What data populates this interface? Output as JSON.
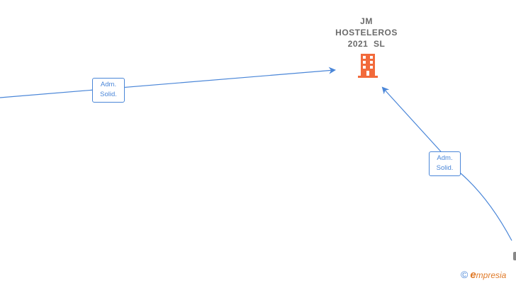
{
  "company": {
    "name_lines": [
      "JM",
      "HOSTELEROS",
      "2021  SL"
    ],
    "icon": "building-icon",
    "icon_color": "#f26a3b"
  },
  "relations": [
    {
      "label_lines": [
        "Adm.",
        "Solid."
      ]
    },
    {
      "label_lines": [
        "Adm.",
        "Solid."
      ]
    }
  ],
  "edge_color": "#4a86d8",
  "watermark": {
    "symbol": "©",
    "brand_initial": "e",
    "brand_rest": "mpresia"
  }
}
